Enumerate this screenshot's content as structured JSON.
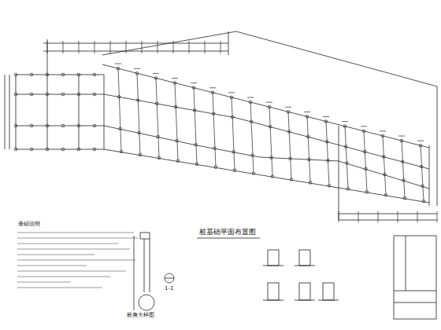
{
  "diagram": {
    "title": "桩基础平面布置图",
    "labels": [
      "基础说明",
      "桩身大样图",
      "1-1"
    ]
  }
}
